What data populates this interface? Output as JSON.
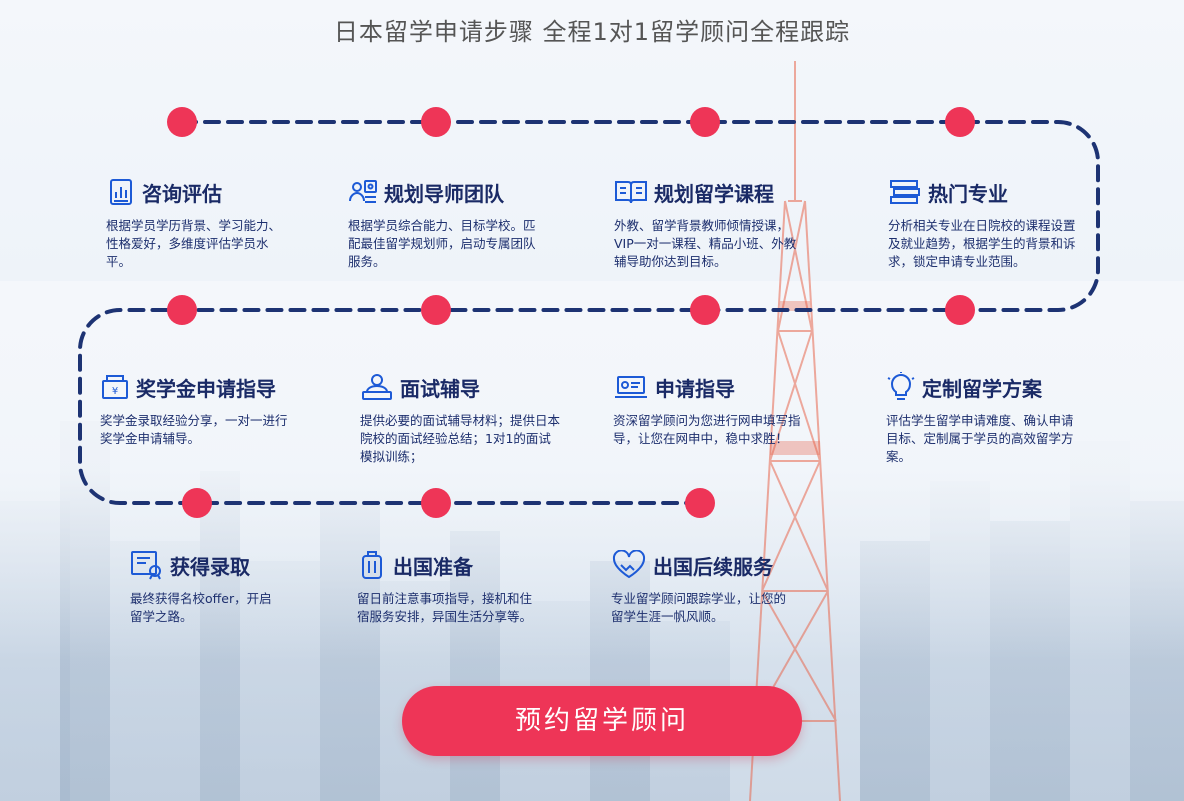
{
  "page_title": "日本留学申请步骤 全程1对1留学顾问全程跟踪",
  "accent_color": "#ee3557",
  "track_color": "#1d3373",
  "steps": [
    {
      "icon": "document-chart-icon",
      "name": "咨询评估",
      "desc": "根据学员学历背景、学习能力、性格爱好，多维度评估学员水平。"
    },
    {
      "icon": "team-icon",
      "name": "规划导师团队",
      "desc": "根据学员综合能力、目标学校。匹配最佳留学规划师，启动专属团队服务。"
    },
    {
      "icon": "open-book-icon",
      "name": "规划留学课程",
      "desc": "外教、留学背景教师倾情授课，VIP一对一课程、精品小班、外教辅导助你达到目标。"
    },
    {
      "icon": "books-stack-icon",
      "name": "热门专业",
      "desc": "分析相关专业在日院校的课程设置及就业趋势，根据学生的背景和诉求，锁定申请专业范围。"
    },
    {
      "icon": "scholarship-icon",
      "name": "奖学金申请指导",
      "desc": "奖学金录取经验分享，一对一进行奖学金申请辅导。"
    },
    {
      "icon": "interview-icon",
      "name": "面试辅导",
      "desc": "提供必要的面试辅导材料；提供日本院校的面试经验总结；1对1的面试模拟训练；"
    },
    {
      "icon": "laptop-icon",
      "name": "申请指导",
      "desc": "资深留学顾问为您进行网申填写指导，让您在网申中，稳中求胜！"
    },
    {
      "icon": "lightbulb-icon",
      "name": "定制留学方案",
      "desc": "评估学生留学申请难度、确认申请目标、定制属于学员的高效留学方案。"
    },
    {
      "icon": "certificate-icon",
      "name": "获得录取",
      "desc": "最终获得名校offer，开启留学之路。"
    },
    {
      "icon": "suitcase-icon",
      "name": "出国准备",
      "desc": "留日前注意事项指导，接机和住宿服务安排，异国生活分享等。"
    },
    {
      "icon": "handshake-heart-icon",
      "name": "出国后续服务",
      "desc": "专业留学顾问跟踪学业，让您的留学生涯一帆风顺。"
    }
  ],
  "cta_label": "预约留学顾问"
}
